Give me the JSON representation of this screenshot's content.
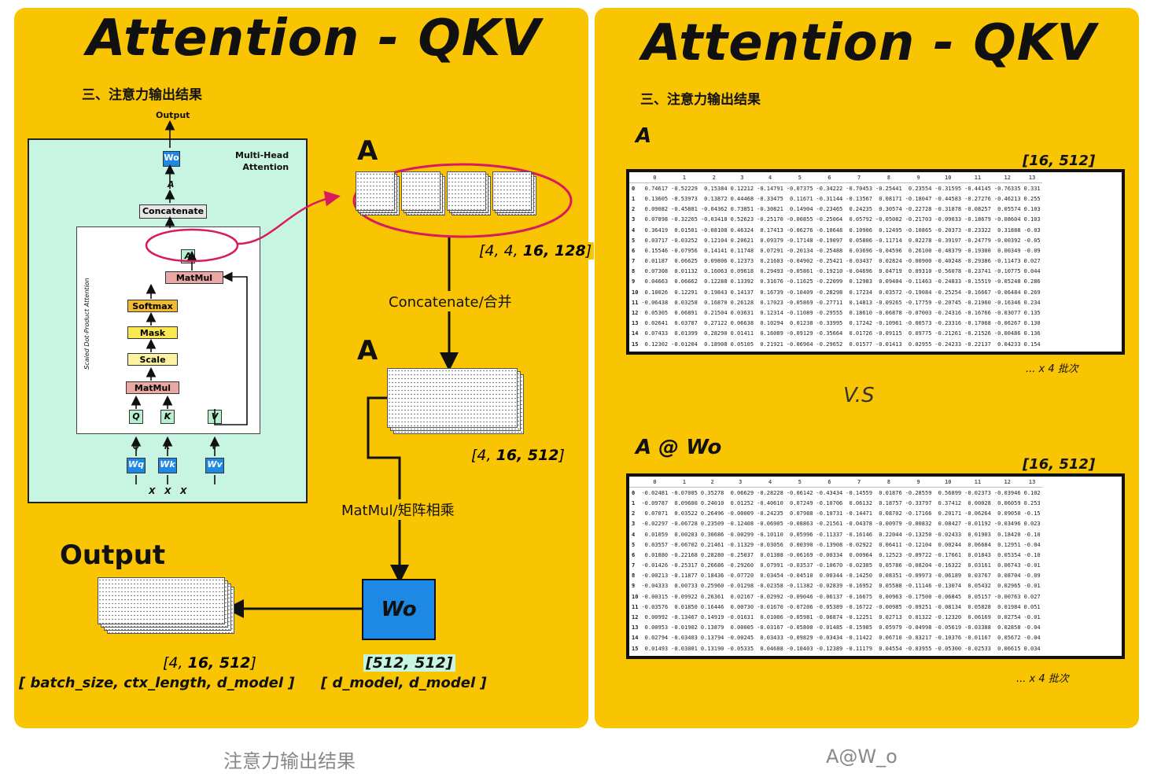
{
  "left": {
    "title": "Attention - QKV",
    "subtitle": "三、注意力输出结果",
    "diagram": {
      "output": "Output",
      "heading": "Multi-Head\nAttention",
      "wo": "Wo",
      "a": "A",
      "concatenate": "Concatenate",
      "matmul_top": "MatMul",
      "softmax": "Softmax",
      "mask": "Mask",
      "scale": "Scale",
      "matmul_bottom": "MatMul",
      "q": "Q",
      "k": "K",
      "v": "V",
      "wq": "Wq",
      "wk": "Wk",
      "wv": "Wv",
      "x": "X",
      "side_label": "Scaled Dot-Product Attention"
    },
    "a_label_top": "A",
    "shape_top": {
      "pre": "[4, 4, ",
      "bold": "16, 128",
      "post": "]"
    },
    "concat_label": "Concatenate/合并",
    "a_label_mid": "A",
    "shape_mid": {
      "pre": "[4, ",
      "bold": "16, 512",
      "post": "]"
    },
    "matmul_label": "MatMul/矩阵相乘",
    "wo_label": "Wo",
    "output_label": "Output",
    "shape_out": {
      "pre": "[4, ",
      "bold": "16, 512",
      "post": "]"
    },
    "shape_out_desc": "[ batch_size, ctx_length, d_model ]",
    "shape_wo": "[512, 512]",
    "shape_wo_desc": "[ d_model, d_model ]"
  },
  "right": {
    "title": "Attention - QKV",
    "subtitle": "三、注意力输出结果",
    "a_label": "A",
    "a_shape": "[16, 512]",
    "a_batches": "... x 4 批次",
    "vs": "V.S",
    "awo_label": "A @ Wo",
    "awo_shape": "[16, 512]",
    "awo_batches": "... x 4 批次",
    "table_columns": [
      "0",
      "1",
      "2",
      "3",
      "4",
      "5",
      "6",
      "7",
      "8",
      "9",
      "10",
      "11",
      "12",
      "13"
    ],
    "a_rows": [
      [
        "0.74617",
        "-0.52229",
        "0.15384",
        "0.12212",
        "-0.14791",
        "-0.07375",
        "-0.34222",
        "-0.70453",
        "-0.25441",
        "0.23554",
        "-0.31595",
        "-0.44145",
        "-0.76335",
        "0.331"
      ],
      [
        "0.13605",
        "-0.53973",
        "0.13872",
        "0.44468",
        "-0.33475",
        "0.11671",
        "-0.31144",
        "-0.13567",
        "0.08171",
        "-0.18047",
        "-0.44583",
        "-0.27276",
        "-0.46213",
        "0.255"
      ],
      [
        "0.09082",
        "-0.45881",
        "-0.04362",
        "0.73851",
        "-0.30821",
        "0.14904",
        "-0.23465",
        "0.24235",
        "0.30574",
        "-0.22728",
        "-0.31878",
        "-0.08257",
        "0.05574",
        "0.103"
      ],
      [
        "0.07898",
        "-0.32265",
        "-0.03418",
        "0.52623",
        "-0.25170",
        "-0.00855",
        "-0.25064",
        "0.05792",
        "-0.05082",
        "-0.21703",
        "-0.09033",
        "-0.18679",
        "-0.08604",
        "0.103"
      ],
      [
        "0.36419",
        "0.01501",
        "-0.08108",
        "0.46324",
        "0.17413",
        "-0.06276",
        "-0.10648",
        "0.10906",
        "0.12495",
        "-0.10865",
        "-0.20373",
        "-0.23322",
        "0.31888",
        "-0.03"
      ],
      [
        "0.03717",
        "-0.03252",
        "0.12104",
        "0.20621",
        "0.09379",
        "-0.17148",
        "-0.19097",
        "0.05806",
        "-0.11714",
        "0.02278",
        "-0.39197",
        "-0.24779",
        "-0.00392",
        "-0.05"
      ],
      [
        "0.15546",
        "-0.07956",
        "0.14141",
        "0.11748",
        "0.07291",
        "-0.20134",
        "-0.25488",
        "0.03696",
        "-0.04596",
        "0.26100",
        "-0.48379",
        "-0.19300",
        "0.00349",
        "-0.09"
      ],
      [
        "0.01187",
        "0.06625",
        "0.09806",
        "0.12373",
        "0.21603",
        "-0.04902",
        "-0.25421",
        "-0.03437",
        "0.02824",
        "-0.00900",
        "-0.40248",
        "-0.29386",
        "-0.11473",
        "0.027"
      ],
      [
        "0.07308",
        "0.01132",
        "0.16063",
        "0.09618",
        "0.29493",
        "-0.05861",
        "-0.19210",
        "-0.04696",
        "0.04719",
        "0.09310",
        "-0.56078",
        "-0.23741",
        "-0.10775",
        "0.044"
      ],
      [
        "0.04663",
        "0.06662",
        "0.12288",
        "0.13392",
        "0.31676",
        "-0.11625",
        "-0.22099",
        "0.12983",
        "0.09404",
        "-0.11463",
        "-0.24833",
        "-0.15519",
        "-0.05248",
        "0.286"
      ],
      [
        "0.10026",
        "0.12291",
        "0.19843",
        "0.14137",
        "0.16739",
        "-0.10409",
        "-0.28298",
        "0.17234",
        "0.03572",
        "-0.19084",
        "-0.25254",
        "-0.16667",
        "-0.06484",
        "0.269"
      ],
      [
        "-0.06438",
        "0.03258",
        "0.16870",
        "0.26128",
        "0.17023",
        "-0.05869",
        "-0.27711",
        "0.14813",
        "-0.09265",
        "-0.17759",
        "-0.20745",
        "-0.21960",
        "-0.16346",
        "0.234"
      ],
      [
        "0.05305",
        "0.06891",
        "0.21504",
        "0.03631",
        "0.12314",
        "-0.11089",
        "-0.29555",
        "0.18610",
        "-0.06878",
        "-0.07003",
        "-0.24316",
        "-0.16766",
        "-0.03077",
        "0.135"
      ],
      [
        "0.02641",
        "0.03787",
        "0.27122",
        "0.06638",
        "0.10294",
        "0.01238",
        "-0.33995",
        "0.17242",
        "-0.10961",
        "-0.00573",
        "-0.23316",
        "-0.17068",
        "-0.06267",
        "0.130"
      ],
      [
        "0.07433",
        "0.01399",
        "0.28290",
        "0.01411",
        "0.16089",
        "-0.09129",
        "-0.35664",
        "0.01726",
        "-0.09115",
        "0.09775",
        "-0.21261",
        "-0.21526",
        "-0.00486",
        "0.136"
      ],
      [
        "0.12302",
        "-0.01204",
        "0.18908",
        "0.05105",
        "0.21921",
        "-0.06964",
        "-0.29652",
        "0.01577",
        "-0.01413",
        "0.02955",
        "-0.24233",
        "-0.22137",
        "0.04233",
        "0.154"
      ]
    ],
    "awo_rows": [
      [
        "-0.02481",
        "-0.07005",
        "0.35278",
        "0.06629",
        "-0.28228",
        "-0.06142",
        "-0.43434",
        "-0.14559",
        "0.01876",
        "-0.28559",
        "0.56899",
        "-0.02373",
        "-0.03946",
        "0.102"
      ],
      [
        "-0.09787",
        "0.09600",
        "0.24010",
        "0.01252",
        "-0.40610",
        "0.07249",
        "-0.10706",
        "0.06132",
        "0.18757",
        "-0.33797",
        "0.37412",
        "0.00028",
        "0.06059",
        "0.253"
      ],
      [
        "0.07071",
        "0.03522",
        "0.26496",
        "-0.00009",
        "-0.24235",
        "0.07988",
        "-0.10731",
        "-0.14471",
        "0.08702",
        "-0.17166",
        "0.20171",
        "-0.06264",
        "0.09050",
        "-0.15"
      ],
      [
        "-0.02297",
        "-0.06728",
        "0.23509",
        "-0.12408",
        "-0.06905",
        "-0.08863",
        "-0.21561",
        "-0.04378",
        "-0.00979",
        "-0.00832",
        "0.08427",
        "-0.01192",
        "-0.03496",
        "0.023"
      ],
      [
        "0.01059",
        "0.00203",
        "0.30686",
        "-0.00299",
        "-0.10110",
        "0.05996",
        "-0.11337",
        "-0.16146",
        "0.22044",
        "-0.13250",
        "-0.02433",
        "0.01903",
        "0.18420",
        "-0.10"
      ],
      [
        "0.03557",
        "-0.06702",
        "0.21461",
        "-0.11329",
        "-0.03056",
        "0.00390",
        "-0.13908",
        "-0.02922",
        "0.06411",
        "-0.12104",
        "0.00244",
        "0.06684",
        "0.12951",
        "-0.04"
      ],
      [
        "0.01880",
        "-0.22168",
        "0.28280",
        "-0.25037",
        "0.01388",
        "-0.06169",
        "-0.00334",
        "0.00964",
        "0.12523",
        "-0.09722",
        "-0.17661",
        "0.01843",
        "0.05354",
        "-0.10"
      ],
      [
        "-0.01426",
        "-0.25317",
        "0.26686",
        "-0.29260",
        "0.07991",
        "-0.03537",
        "-0.10670",
        "-0.02385",
        "0.05786",
        "-0.08204",
        "-0.16322",
        "0.03161",
        "0.06743",
        "-0.01"
      ],
      [
        "-0.00213",
        "-0.11877",
        "0.18436",
        "-0.07720",
        "0.03454",
        "-0.04510",
        "0.00344",
        "-0.14250",
        "0.08351",
        "-0.09973",
        "-0.06189",
        "0.03767",
        "0.08704",
        "-0.09"
      ],
      [
        "-0.04333",
        "0.00733",
        "0.25960",
        "-0.01298",
        "-0.02358",
        "-0.11382",
        "-0.02839",
        "-0.16952",
        "0.05588",
        "-0.11146",
        "-0.13074",
        "0.05432",
        "0.02965",
        "-0.01"
      ],
      [
        "-0.00315",
        "-0.09922",
        "0.26361",
        "0.02167",
        "-0.02992",
        "-0.09046",
        "-0.06137",
        "-0.16675",
        "0.00963",
        "-0.17500",
        "-0.06845",
        "0.05157",
        "-0.00763",
        "0.027"
      ],
      [
        "-0.03576",
        "0.01850",
        "0.16446",
        "0.00730",
        "-0.01670",
        "-0.07206",
        "-0.05389",
        "-0.16722",
        "-0.00985",
        "-0.09251",
        "-0.08134",
        "0.05828",
        "0.01984",
        "0.051"
      ],
      [
        "0.00992",
        "-0.13467",
        "0.14919",
        "-0.01631",
        "0.01006",
        "-0.05981",
        "-0.06874",
        "-0.12251",
        "0.02713",
        "0.01322",
        "-0.12320",
        "0.06169",
        "0.02754",
        "-0.01"
      ],
      [
        "0.00953",
        "-0.01902",
        "0.13879",
        "0.00005",
        "-0.03167",
        "-0.05800",
        "-0.01485",
        "-0.15985",
        "0.05979",
        "-0.04998",
        "-0.05619",
        "-0.03388",
        "0.02858",
        "-0.04"
      ],
      [
        "0.02794",
        "-0.03403",
        "0.13794",
        "-0.00245",
        "0.03433",
        "-0.09829",
        "-0.03434",
        "-0.11422",
        "0.06710",
        "-0.03217",
        "-0.10376",
        "-0.01167",
        "0.05672",
        "-0.04"
      ],
      [
        "0.01493",
        "-0.03001",
        "0.13190",
        "-0.05335",
        "0.04688",
        "-0.10403",
        "-0.12389",
        "-0.11179",
        "0.04554",
        "-0.03955",
        "-0.05300",
        "-0.02533",
        "0.06615",
        "0.034"
      ]
    ]
  },
  "captions": {
    "left": "注意力输出结果",
    "right": "A@W_o"
  },
  "colors": {
    "panel": "#f9c502",
    "diagram_bg": "#c8f5e1",
    "wo_blue": "#1e88e5",
    "highlight_ellipse": "#d81b60",
    "matmul_pink": "#e9a8a4",
    "softmax_orange": "#f2b933",
    "mask_yellow": "#fbe74f",
    "scale_yellow": "#fbf3a0",
    "qkv_green": "#b8f0cf"
  }
}
